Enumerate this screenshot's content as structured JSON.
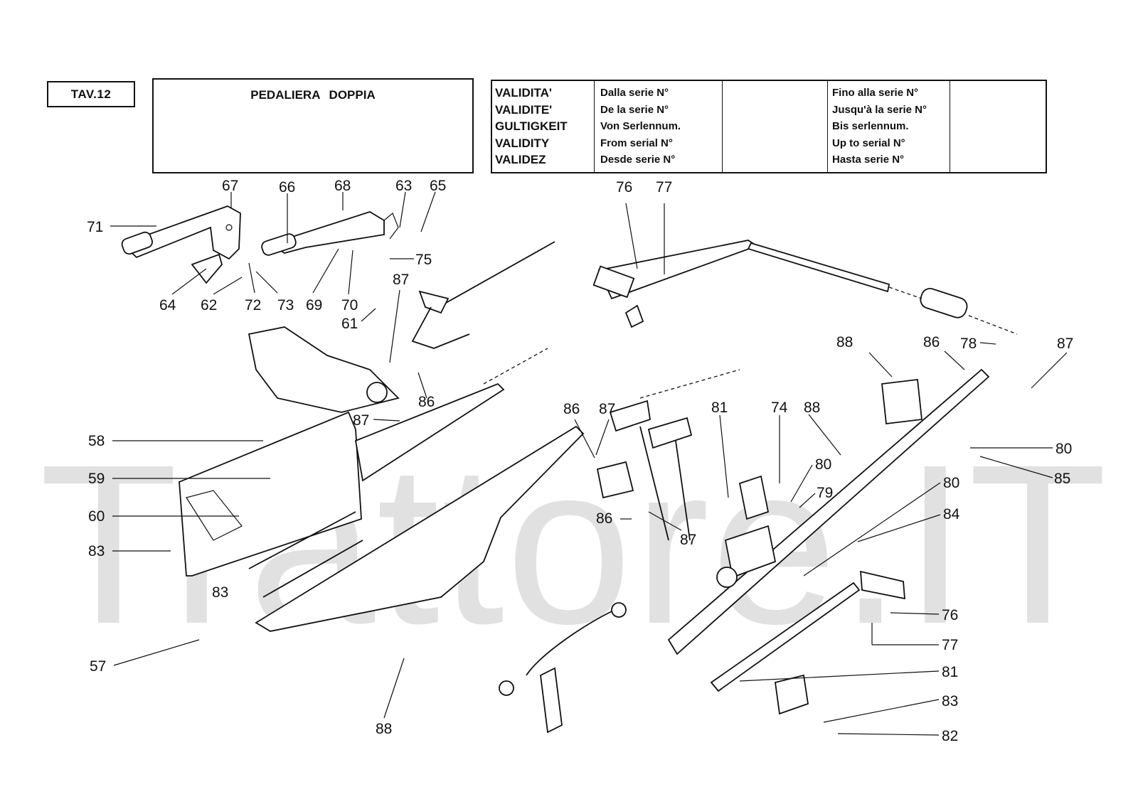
{
  "plate": {
    "code": "TAV.12",
    "title": "PEDALIERA  DOPPIA"
  },
  "validity": {
    "labels": [
      "VALIDITA'",
      "VALIDITE'",
      "GULTIGKEIT",
      "VALIDITY",
      "VALIDEZ"
    ],
    "from": [
      "Dalla serie N°",
      "De la serie N°",
      "Von  Serlennum.",
      "From serial N°",
      "Desde serie N°"
    ],
    "from_value": "",
    "to": [
      "Fino alla serie N°",
      "Jusqu'à la serie N°",
      "Bis serlennum.",
      "Up to serial N°",
      "Hasta serie N°"
    ],
    "to_value": ""
  },
  "watermark": "Trattore.IT",
  "callouts": [
    {
      "id": "c67",
      "label": "67"
    },
    {
      "id": "c66",
      "label": "66"
    },
    {
      "id": "c68",
      "label": "68"
    },
    {
      "id": "c63",
      "label": "63"
    },
    {
      "id": "c65",
      "label": "65"
    },
    {
      "id": "c71",
      "label": "71"
    },
    {
      "id": "c75",
      "label": "75"
    },
    {
      "id": "c64",
      "label": "64"
    },
    {
      "id": "c62",
      "label": "62"
    },
    {
      "id": "c72",
      "label": "72"
    },
    {
      "id": "c73",
      "label": "73"
    },
    {
      "id": "c69",
      "label": "69"
    },
    {
      "id": "c70",
      "label": "70"
    },
    {
      "id": "c61",
      "label": "61"
    },
    {
      "id": "c87a",
      "label": "87"
    },
    {
      "id": "c86a",
      "label": "86"
    },
    {
      "id": "c87b",
      "label": "87"
    },
    {
      "id": "c58",
      "label": "58"
    },
    {
      "id": "c59",
      "label": "59"
    },
    {
      "id": "c60",
      "label": "60"
    },
    {
      "id": "c83a",
      "label": "83"
    },
    {
      "id": "c83b",
      "label": "83"
    },
    {
      "id": "c57",
      "label": "57"
    },
    {
      "id": "c88a",
      "label": "88"
    },
    {
      "id": "c76a",
      "label": "76"
    },
    {
      "id": "c77a",
      "label": "77"
    },
    {
      "id": "c86b",
      "label": "86"
    },
    {
      "id": "c87c",
      "label": "87"
    },
    {
      "id": "c86c",
      "label": "86"
    },
    {
      "id": "c87d",
      "label": "87"
    },
    {
      "id": "c81a",
      "label": "81"
    },
    {
      "id": "c74",
      "label": "74"
    },
    {
      "id": "c88b",
      "label": "88"
    },
    {
      "id": "c80a",
      "label": "80"
    },
    {
      "id": "c79",
      "label": "79"
    },
    {
      "id": "c88c",
      "label": "88"
    },
    {
      "id": "c86d",
      "label": "86"
    },
    {
      "id": "c78",
      "label": "78"
    },
    {
      "id": "c87e",
      "label": "87"
    },
    {
      "id": "c80b",
      "label": "80"
    },
    {
      "id": "c85",
      "label": "85"
    },
    {
      "id": "c80c",
      "label": "80"
    },
    {
      "id": "c84",
      "label": "84"
    },
    {
      "id": "c76b",
      "label": "76"
    },
    {
      "id": "c77b",
      "label": "77"
    },
    {
      "id": "c81b",
      "label": "81"
    },
    {
      "id": "c83c",
      "label": "83"
    },
    {
      "id": "c82",
      "label": "82"
    }
  ]
}
